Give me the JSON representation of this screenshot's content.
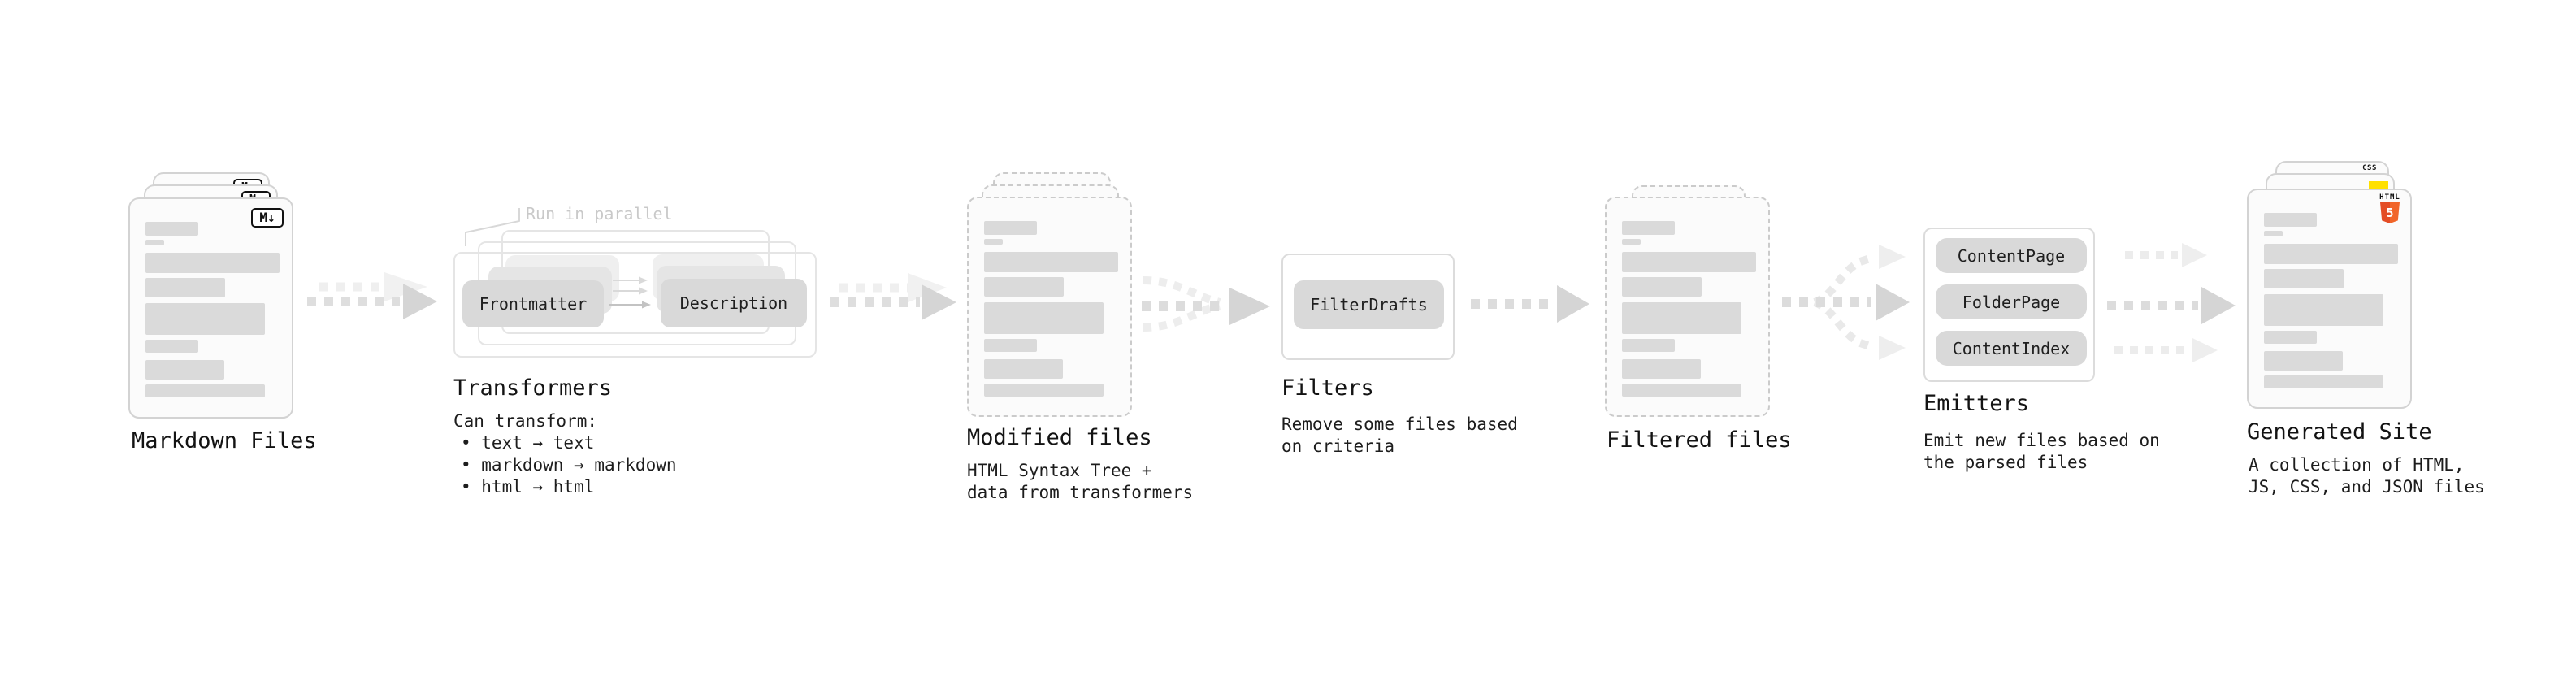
{
  "diagram": {
    "background": "#ffffff",
    "markdown_files": {
      "title": "Markdown Files",
      "badge_label": "M↓"
    },
    "transformers": {
      "parallel_note": "Run in parallel",
      "nodes": [
        "Frontmatter",
        "Description"
      ],
      "title": "Transformers",
      "subtitle": "Can transform:",
      "bullets": [
        "• text → text",
        "• markdown → markdown",
        "• html → html"
      ]
    },
    "modified_files": {
      "title": "Modified files",
      "subtitle": "HTML Syntax Tree +\ndata from transformers"
    },
    "filters": {
      "nodes": [
        "FilterDrafts"
      ],
      "title": "Filters",
      "subtitle": "Remove some files based\non criteria"
    },
    "filtered_files": {
      "title": "Filtered files"
    },
    "emitters": {
      "nodes": [
        "ContentPage",
        "FolderPage",
        "ContentIndex"
      ],
      "title": "Emitters",
      "subtitle": "Emit new files based on\nthe parsed files"
    },
    "generated_site": {
      "title": "Generated Site",
      "subtitle": "A collection of HTML,\nJS, CSS, and JSON files",
      "css_badge_label": "CSS",
      "html_badge_label": "HTML",
      "html_badge_number": "5"
    },
    "colors": {
      "arrow": "#d8d8d8",
      "arrow_head": "#d5d5d5",
      "arrow_light": "#ececec",
      "node_fill": "#d9d9d9",
      "doc_fill": "#fbfbfb",
      "bar_fill": "#dadada",
      "css_blue": "#2965f1",
      "js_yellow": "#ffe000",
      "html_orange_dark": "#e44d26",
      "html_orange_light": "#f16529"
    }
  }
}
